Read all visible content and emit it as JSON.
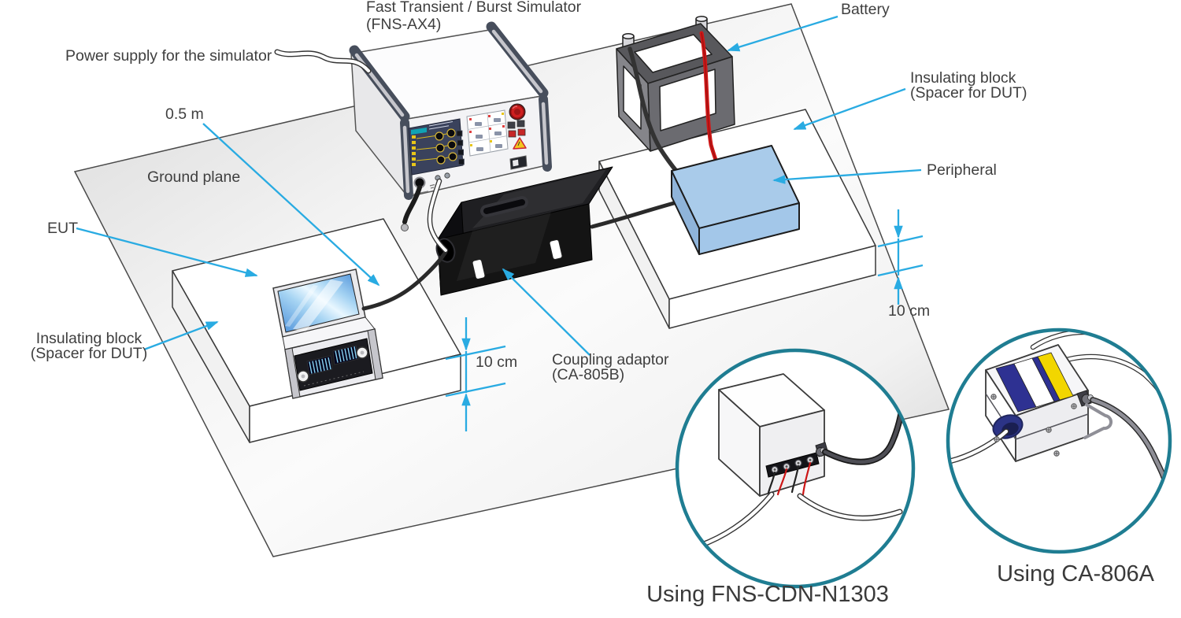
{
  "diagram": {
    "device_title": {
      "line1": "Fast Transient / Burst Simulator",
      "line2": "(FNS-AX4)"
    },
    "labels": {
      "power_supply": "Power supply for the simulator",
      "cable_length": "0.5 m",
      "ground_plane": "Ground plane",
      "eut": "EUT",
      "insulating_block_left_1": "Insulating block",
      "insulating_block_left_2": "(Spacer for DUT)",
      "spacer_height_left": "10 cm",
      "coupling_adaptor_1": "Coupling adaptor",
      "coupling_adaptor_2": "(CA-805B)",
      "battery": "Battery",
      "insulating_block_right_1": "Insulating block",
      "insulating_block_right_2": "(Spacer for DUT)",
      "peripheral": "Peripheral",
      "spacer_height_right": "10 cm"
    },
    "insets": {
      "cdn_caption": "Using FNS-CDN-N1303",
      "ca806a_caption": "Using CA-806A"
    },
    "colors": {
      "arrow": "#29abe2",
      "inset_ring": "#1f7d92",
      "peripheral": "#a9cbea",
      "screen": "#4a8ed8",
      "battery_body": "#6b6b70",
      "adaptor_body": "#141414",
      "estop_red": "#cf1f1f",
      "label_navy": "#2e3192",
      "label_yellow": "#f2d600"
    }
  }
}
